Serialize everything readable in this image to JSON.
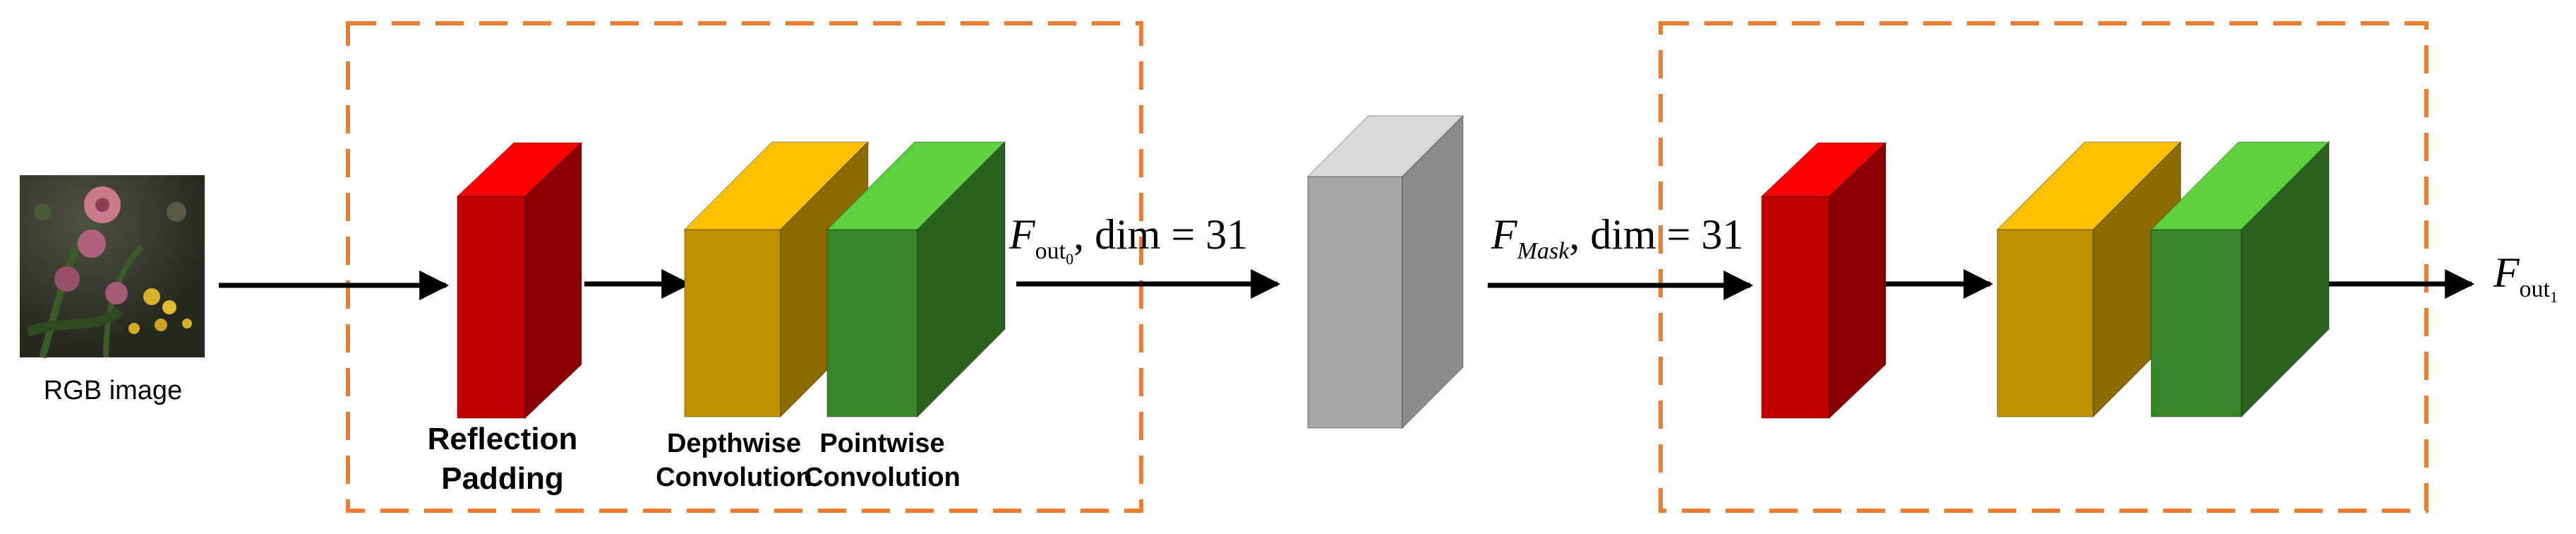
{
  "input": {
    "label": "RGB image"
  },
  "block1": {
    "labels": {
      "reflection_line1": "Reflection",
      "reflection_line2": "Padding",
      "depthwise_line1": "Depthwise",
      "depthwise_line2": "Convolution",
      "pointwise_line1": "Pointwise",
      "pointwise_line2": "Convolution"
    }
  },
  "feature0": {
    "symbol": "F",
    "subscript": "out",
    "subsub": "0",
    "suffix": ", dim = 31"
  },
  "mask": {
    "symbol": "F",
    "subscript": "Mask",
    "suffix": ", dim = 31"
  },
  "output": {
    "symbol": "F",
    "subscript": "out",
    "subsub": "1"
  },
  "colors": {
    "dashed_border": "#ED7D31",
    "reflection_front": "#C00000",
    "reflection_top": "#FF0000",
    "reflection_side": "#8B0000",
    "depthwise_front": "#BF9000",
    "depthwise_top": "#FFC000",
    "depthwise_side": "#8C6B00",
    "pointwise_front": "#38862A",
    "pointwise_top": "#5FD13F",
    "pointwise_side": "#2A6320",
    "mask_front": "#A6A6A6",
    "mask_top": "#D9D9D9",
    "mask_side": "#8C8C8C",
    "arrow": "#000000"
  }
}
